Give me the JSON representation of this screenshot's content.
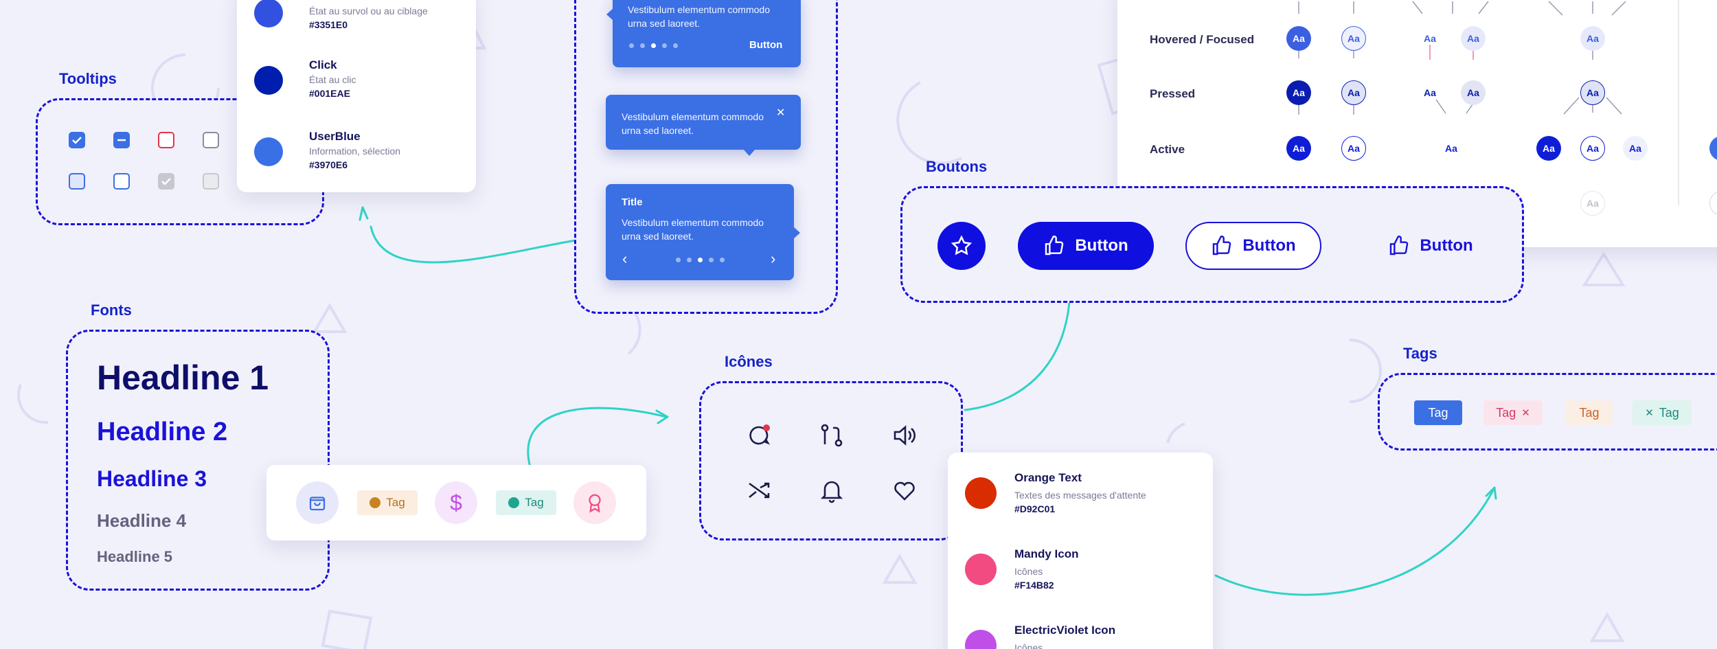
{
  "colors": {
    "accent": "#1a12d9",
    "connector": "#2ed3c6",
    "tooltip_blue": "#3b6fe4"
  },
  "sections": {
    "tooltips": "Tooltips",
    "fonts": "Fonts",
    "boutons": "Boutons",
    "icones": "Icônes",
    "tags": "Tags"
  },
  "color_card_top": [
    {
      "name": "",
      "desc": "État au survol ou au ciblage",
      "hex": "#3351E0",
      "color": "#3351E0"
    },
    {
      "name": "Click",
      "desc": "État au clic",
      "hex": "#001EAE",
      "color": "#001EAE"
    },
    {
      "name": "UserBlue",
      "desc": "Information, sélection",
      "hex": "#3970E6",
      "color": "#3970E6"
    }
  ],
  "color_card_bottom": [
    {
      "name": "Orange Text",
      "desc": "Textes des messages d'attente",
      "hex": "#D92C01",
      "color": "#D92C01"
    },
    {
      "name": "Mandy Icon",
      "desc": "Icônes",
      "hex": "#F14B82",
      "color": "#F14B82"
    },
    {
      "name": "ElectricViolet Icon",
      "desc": "Icônes",
      "hex": "",
      "color": "#C04FE8"
    }
  ],
  "tooltip_cards": {
    "card1": {
      "text": "Vestibulum elementum commodo urna sed laoreet.",
      "button": "Button"
    },
    "card2": {
      "text": "Vestibulum elementum commodo urna sed laoreet.",
      "close": "✕"
    },
    "card3": {
      "title": "Title",
      "text": "Vestibulum elementum commodo urna sed laoreet.",
      "prev": "‹",
      "next": "›"
    }
  },
  "fonts": {
    "h1": "Headline 1",
    "h2": "Headline 2",
    "h3": "Headline 3",
    "h4": "Headline 4",
    "h5": "Headline 5"
  },
  "mini_tags": {
    "tag1": "Tag",
    "tag2": "Tag",
    "dollar": "$"
  },
  "states": {
    "rows": [
      "Hovered / Focused",
      "Pressed",
      "Active"
    ],
    "aa": "Aa"
  },
  "buttons": {
    "filled": "Button",
    "outline": "Button",
    "text": "Button"
  },
  "tags_panel": {
    "tag1": "Tag",
    "tag2": "Tag",
    "tag2_close": "✕",
    "tag3": "Tag",
    "tag4": "Tag",
    "tag4_close": "✕"
  }
}
